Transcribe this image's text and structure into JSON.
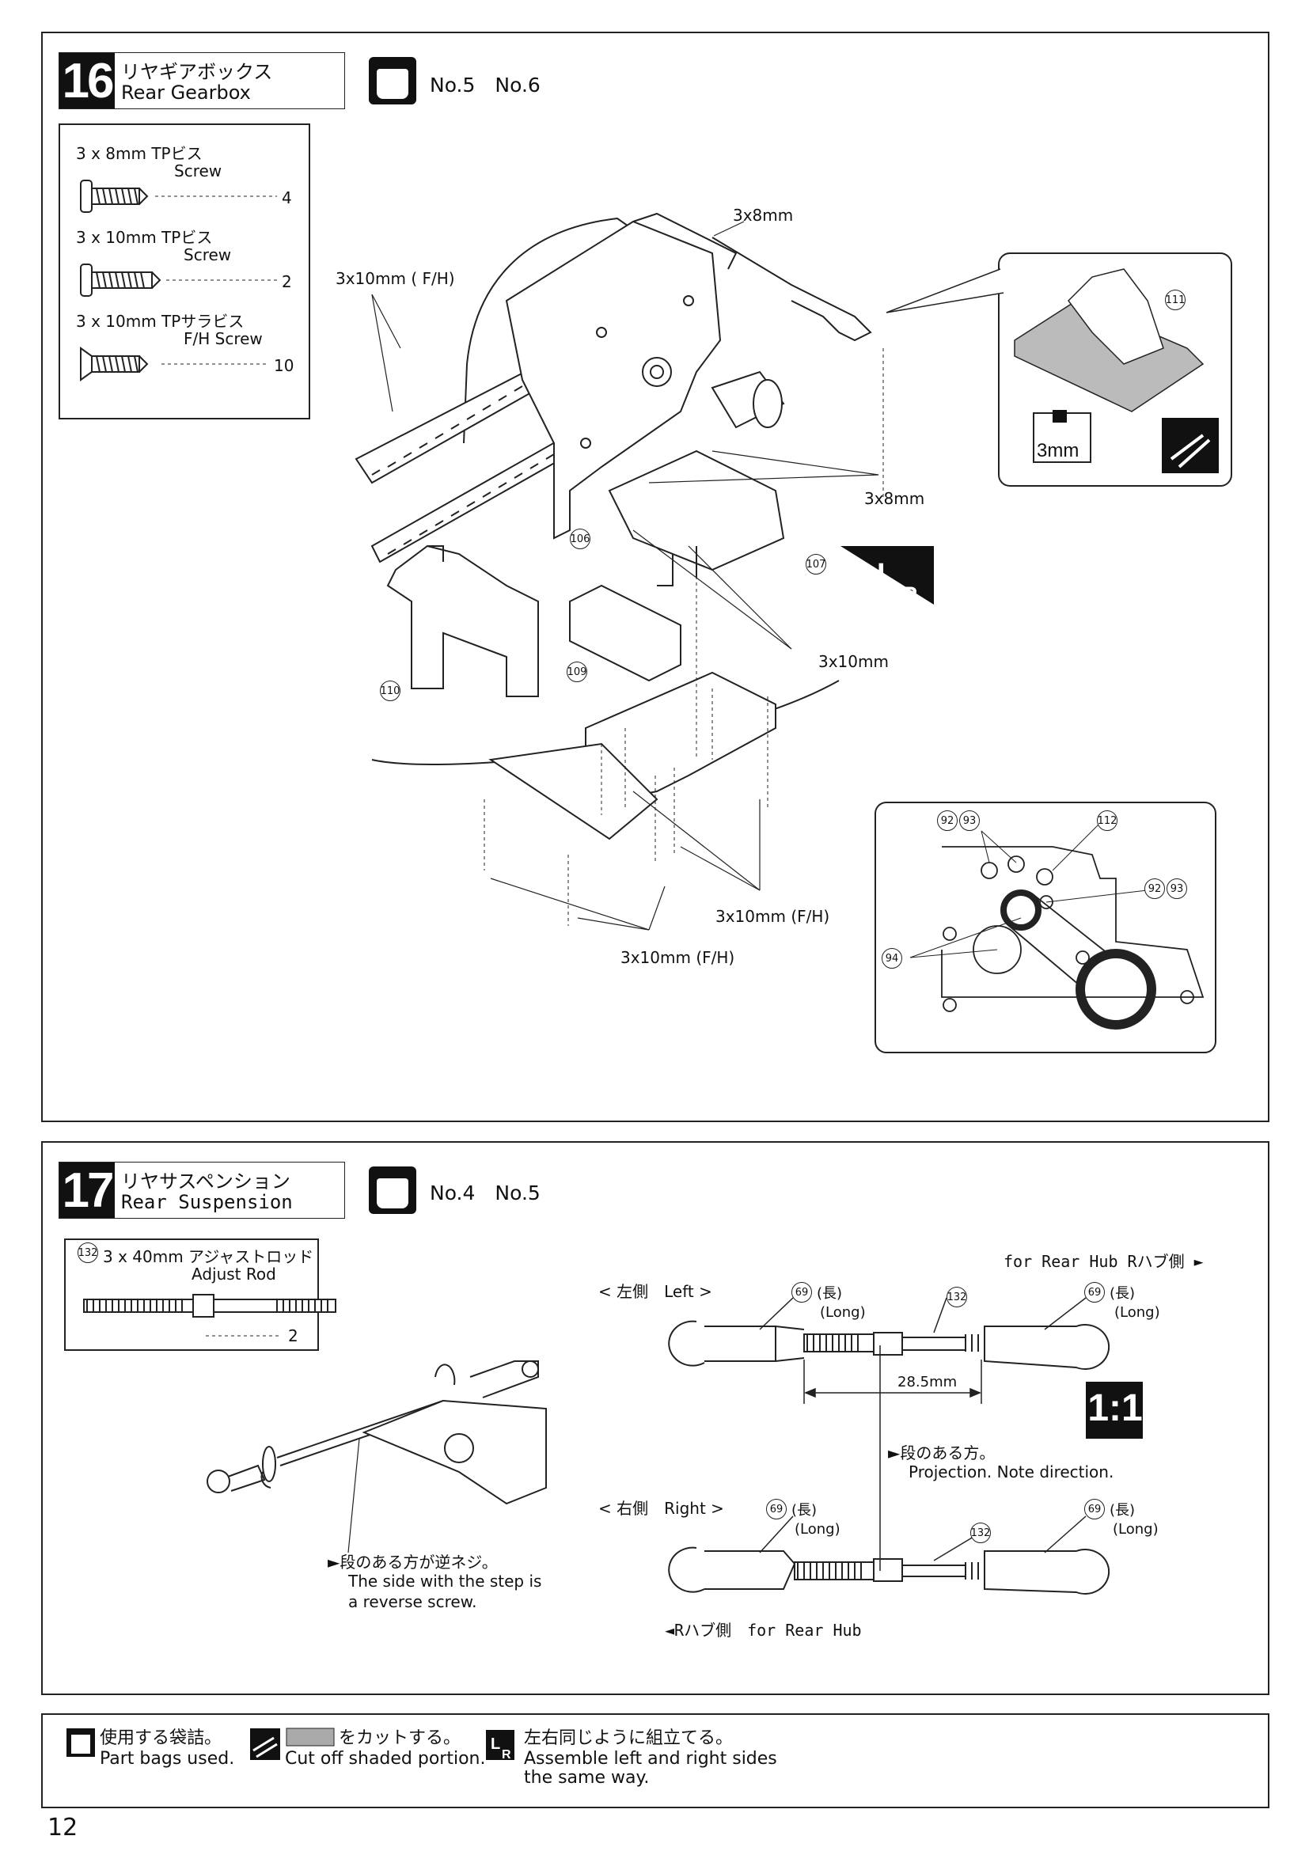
{
  "step16": {
    "number": "16",
    "title_ja": "リヤギアボックス",
    "title_en": "Rear Gearbox",
    "bags": "No.5　No.6",
    "parts": [
      {
        "name_ja": "3 x 8mm TPビス",
        "name_en": "Screw",
        "qty": "4"
      },
      {
        "name_ja": "3 x 10mm TPビス",
        "name_en": "Screw",
        "qty": "2"
      },
      {
        "name_ja": "3 x 10mm TPサラビス",
        "name_en": "F/H Screw",
        "qty": "10"
      }
    ],
    "labels": {
      "screw_3x8_top": "3x8mm",
      "screw_3x10fh_left": "3x10mm ( F/H)",
      "screw_3x8_mid": "3x8mm",
      "screw_3x10": "3x10mm",
      "screw_3x10fh_a": "3x10mm (F/H)",
      "screw_3x10fh_b": "3x10mm (F/H)",
      "cut_size": "3mm"
    },
    "part_numbers": {
      "p106": "106",
      "p107": "107",
      "p109": "109",
      "p110": "110",
      "p111": "111",
      "p112": "112",
      "p92a": "92",
      "p93a": "93",
      "p92b": "92",
      "p93b": "93",
      "p94": "94"
    }
  },
  "step17": {
    "number": "17",
    "title_ja": "リヤサスペンション",
    "title_en": "Rear Suspension",
    "bags": "No.4　No.5",
    "part": {
      "num": "132",
      "name_ja": "3 x 40mm アジャストロッド",
      "name_en": "Adjust Rod",
      "qty": "2"
    },
    "hub_top": "for Rear Hub Rハブ側 ►",
    "left_label": "< 左側　Left >",
    "right_label": "< 右側　Right >",
    "long_ja": "(長)",
    "long_en": "(Long)",
    "p69": "69",
    "p132": "132",
    "dimension": "28.5mm",
    "scale": "1:1",
    "note_ja": "►段のある方。",
    "note_en": "Projection. Note direction.",
    "reverse_ja": "►段のある方が逆ネジ。",
    "reverse_en_1": "The side with the step is",
    "reverse_en_2": "a reverse screw.",
    "hub_bottom": "◄Rハブ側　for Rear Hub"
  },
  "legend": {
    "bag_ja": "使用する袋詰。",
    "bag_en": "Part bags used.",
    "cut_ja": "をカットする。",
    "cut_en": "Cut off shaded portion.",
    "lr_ja": "左右同じように組立てる。",
    "lr_en_1": "Assemble left and right sides",
    "lr_en_2": "the same way."
  },
  "page_number": "12"
}
